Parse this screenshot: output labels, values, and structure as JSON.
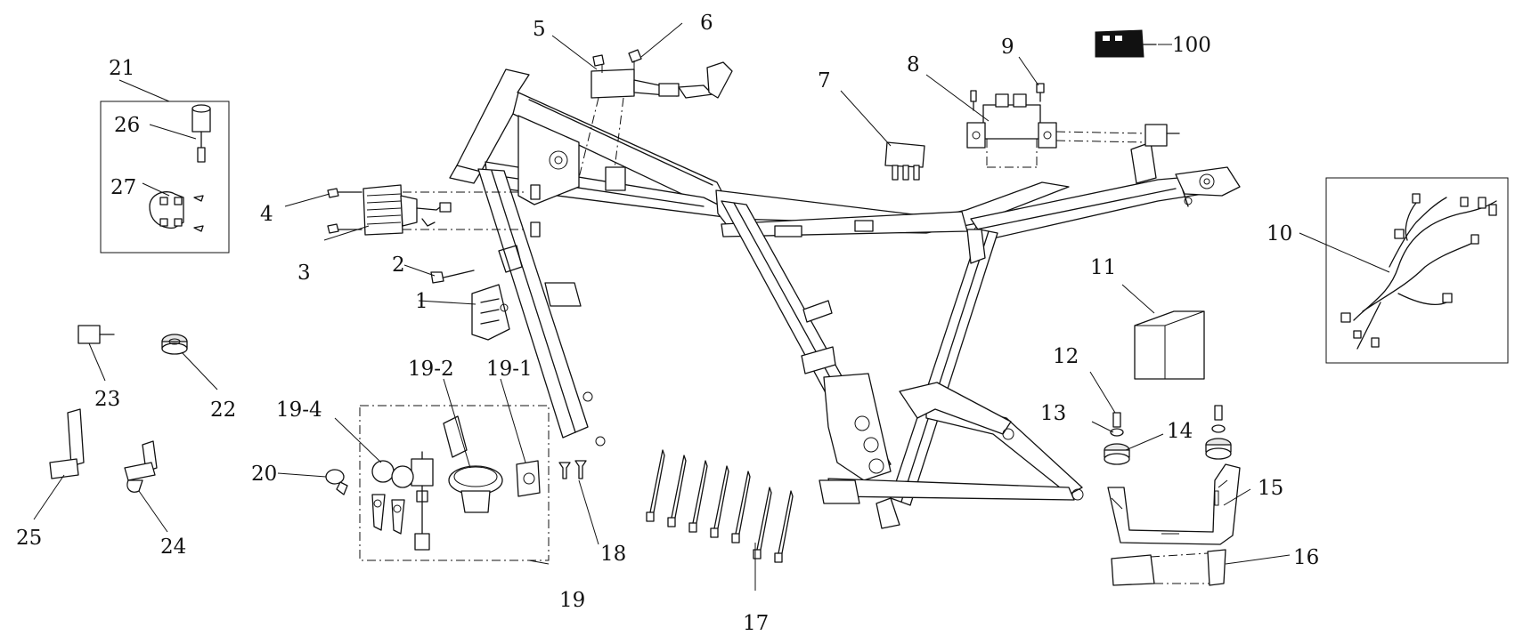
{
  "callouts": [
    {
      "id": "c1",
      "text": "1"
    },
    {
      "id": "c2",
      "text": "2"
    },
    {
      "id": "c3",
      "text": "3"
    },
    {
      "id": "c4",
      "text": "4"
    },
    {
      "id": "c5",
      "text": "5"
    },
    {
      "id": "c6",
      "text": "6"
    },
    {
      "id": "c7",
      "text": "7"
    },
    {
      "id": "c8",
      "text": "8"
    },
    {
      "id": "c9",
      "text": "9"
    },
    {
      "id": "c10",
      "text": "10"
    },
    {
      "id": "c11",
      "text": "11"
    },
    {
      "id": "c12",
      "text": "12"
    },
    {
      "id": "c13",
      "text": "13"
    },
    {
      "id": "c14",
      "text": "14"
    },
    {
      "id": "c15",
      "text": "15"
    },
    {
      "id": "c16",
      "text": "16"
    },
    {
      "id": "c17",
      "text": "17"
    },
    {
      "id": "c18",
      "text": "18"
    },
    {
      "id": "c19",
      "text": "19"
    },
    {
      "id": "c19_1",
      "text": "19-1"
    },
    {
      "id": "c19_2",
      "text": "19-2"
    },
    {
      "id": "c19_4",
      "text": "19-4"
    },
    {
      "id": "c20",
      "text": "20"
    },
    {
      "id": "c21",
      "text": "21"
    },
    {
      "id": "c22",
      "text": "22"
    },
    {
      "id": "c23",
      "text": "23"
    },
    {
      "id": "c24",
      "text": "24"
    },
    {
      "id": "c25",
      "text": "25"
    },
    {
      "id": "c26",
      "text": "26"
    },
    {
      "id": "c27",
      "text": "27"
    },
    {
      "id": "c100",
      "text": "100"
    }
  ]
}
